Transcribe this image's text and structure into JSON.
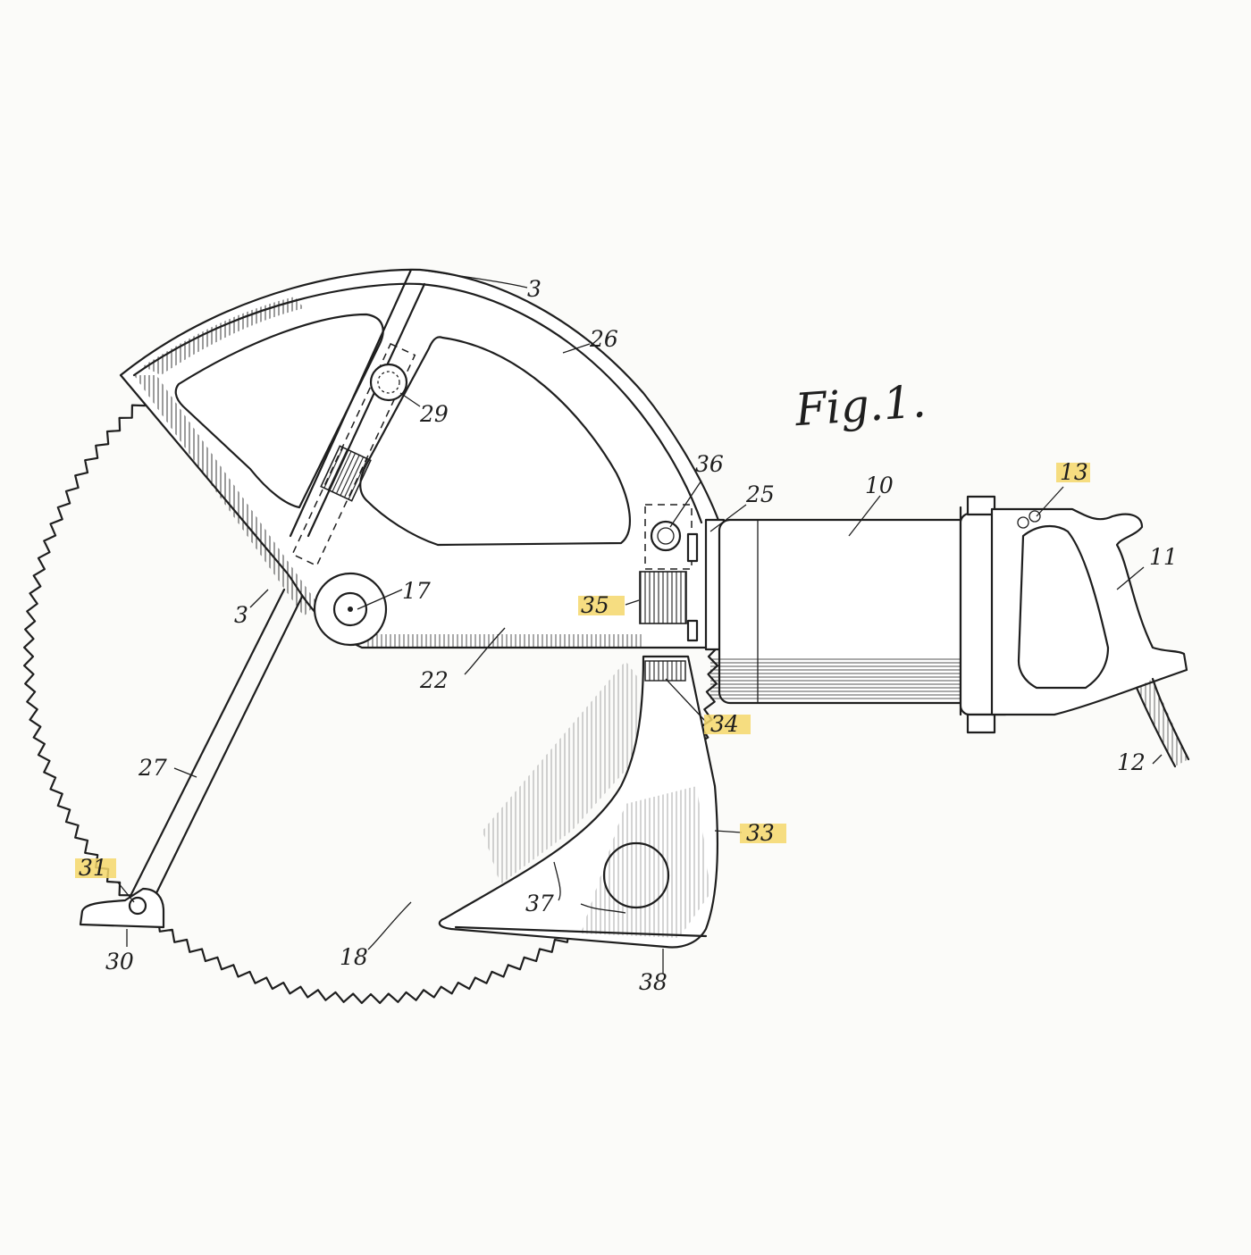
{
  "figure_title": "Fig.1.",
  "reference_labels": [
    {
      "id": "3a",
      "text": "3",
      "highlighted": false
    },
    {
      "id": "26",
      "text": "26",
      "highlighted": false
    },
    {
      "id": "29",
      "text": "29",
      "highlighted": false
    },
    {
      "id": "36",
      "text": "36",
      "highlighted": false
    },
    {
      "id": "25",
      "text": "25",
      "highlighted": false
    },
    {
      "id": "10",
      "text": "10",
      "highlighted": false
    },
    {
      "id": "13",
      "text": "13",
      "highlighted": true
    },
    {
      "id": "11",
      "text": "11",
      "highlighted": false
    },
    {
      "id": "17",
      "text": "17",
      "highlighted": false
    },
    {
      "id": "3b",
      "text": "3",
      "highlighted": false
    },
    {
      "id": "35",
      "text": "35",
      "highlighted": true
    },
    {
      "id": "22",
      "text": "22",
      "highlighted": false
    },
    {
      "id": "34",
      "text": "34",
      "highlighted": true
    },
    {
      "id": "12",
      "text": "12",
      "highlighted": false
    },
    {
      "id": "27",
      "text": "27",
      "highlighted": false
    },
    {
      "id": "33",
      "text": "33",
      "highlighted": true
    },
    {
      "id": "31",
      "text": "31",
      "highlighted": true
    },
    {
      "id": "37",
      "text": "37",
      "highlighted": false
    },
    {
      "id": "30",
      "text": "30",
      "highlighted": false
    },
    {
      "id": "18",
      "text": "18",
      "highlighted": false
    },
    {
      "id": "38",
      "text": "38",
      "highlighted": false
    }
  ],
  "colors": {
    "ink": "#1e1e1e",
    "paper": "#fbfbf9",
    "highlight": "#f5d76b"
  }
}
